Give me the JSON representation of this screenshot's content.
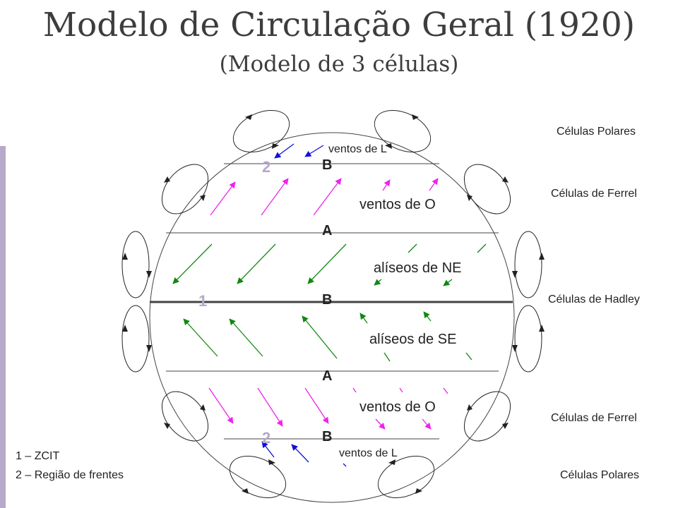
{
  "title": "Modelo de Circulação Geral (1920)",
  "subtitle": "(Modelo de 3 células)",
  "cells": {
    "polar_top": "Células Polares",
    "ferrel_top": "Células de Ferrel",
    "hadley": "Células de Hadley",
    "ferrel_bottom": "Células de Ferrel",
    "polar_bottom": "Células Polares"
  },
  "winds": {
    "easterlies_top": "ventos de L",
    "westerlies_top": "ventos de O",
    "ne_trades": "alíseos de NE",
    "se_trades": "alíseos de SE",
    "westerlies_bottom": "ventos de O",
    "easterlies_bottom": "ventos de L"
  },
  "pressure": {
    "b_top": "B",
    "a_top": "A",
    "b_equator": "B",
    "a_bottom": "A",
    "b_bottom": "B"
  },
  "markers": {
    "two_top": "2",
    "one": "1",
    "two_bottom": "2"
  },
  "legend": {
    "item1": "1 – ZCIT",
    "item2": "2 – Região de frentes"
  },
  "colors": {
    "polar_winds": "#1010dd",
    "westerlies": "#ee22ee",
    "trades": "#118811",
    "markers": "#b7a9c9"
  }
}
